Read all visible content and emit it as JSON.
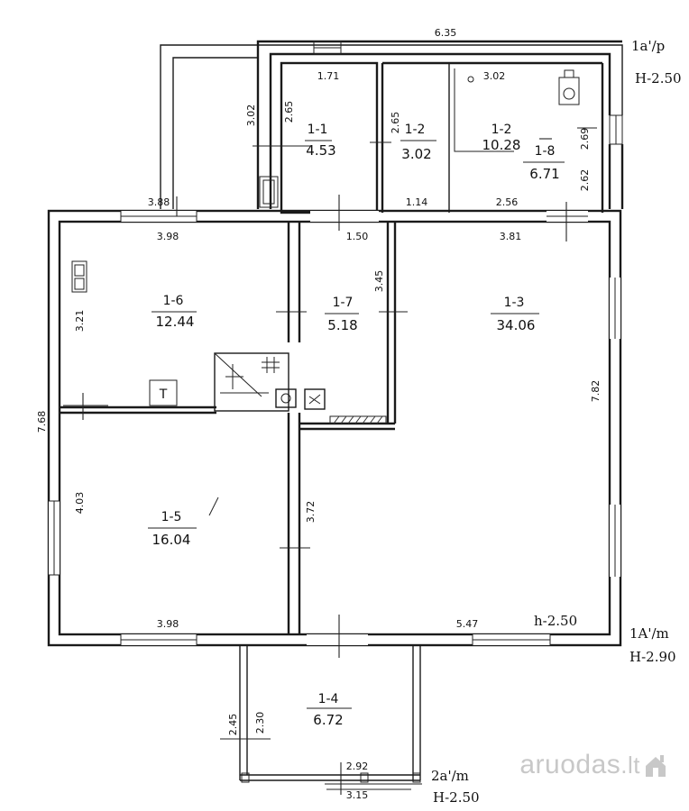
{
  "watermark": {
    "brand": "aruodas",
    "domain": ".lt"
  },
  "annotations": {
    "a1_code": "1a'/p",
    "a1_height": "H-2.50",
    "b1_code": "1A'/m",
    "b1_height": "H-2.90",
    "a2_code": "2a'/m",
    "a2_height": "H-2.50",
    "main_height": "h-2.50"
  },
  "rooms": {
    "r11": {
      "id": "1-1",
      "area": "4.53"
    },
    "r12": {
      "id": "1-2",
      "area": "3.02"
    },
    "r12b": {
      "id": "1-2",
      "area": "10.28"
    },
    "r18": {
      "id": "1-8",
      "area": "6.71"
    },
    "r16": {
      "id": "1-6",
      "area": "12.44"
    },
    "r17": {
      "id": "1-7",
      "area": "5.18"
    },
    "r13": {
      "id": "1-3",
      "area": "34.06"
    },
    "r15": {
      "id": "1-5",
      "area": "16.04"
    },
    "r14": {
      "id": "1-4",
      "area": "6.72"
    }
  },
  "dimensions": {
    "top_total": "6.35",
    "d171": "1.71",
    "d302a": "3.02",
    "d302b": "3.02",
    "d265a": "2.65",
    "d265b": "2.65",
    "d269": "2.69",
    "d262": "2.62",
    "d114": "1.14",
    "d256": "2.56",
    "d388": "3.88",
    "d398a": "3.98",
    "d150": "1.50",
    "d381": "3.81",
    "d321": "3.21",
    "d345": "3.45",
    "d782": "7.82",
    "d768": "7.68",
    "d403": "4.03",
    "d372": "3.72",
    "d398b": "3.98",
    "d547": "5.47",
    "d245": "2.45",
    "d230": "2.30",
    "d292": "2.92",
    "d315": "3.15"
  },
  "symbols": {
    "toilet_mark": "T"
  }
}
